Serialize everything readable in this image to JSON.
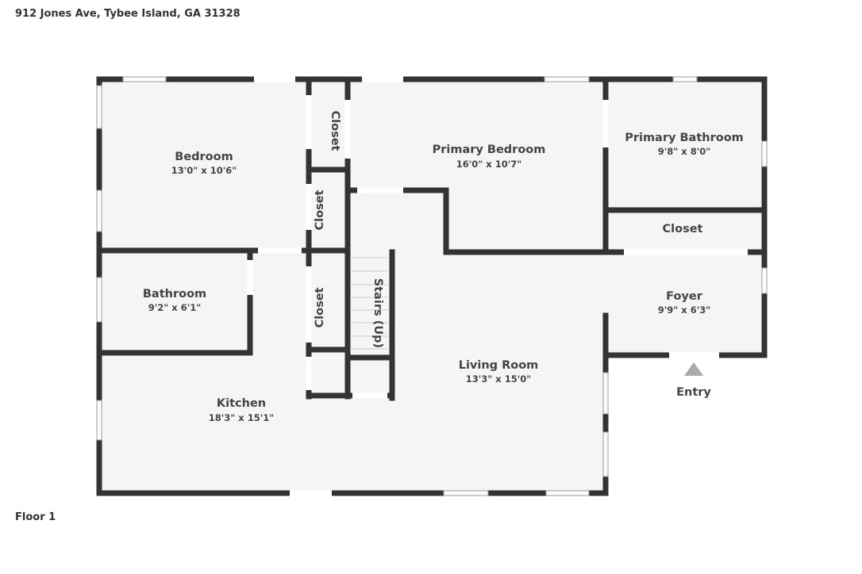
{
  "address": "912 Jones Ave, Tybee Island, GA 31328",
  "floor_label": "Floor 1",
  "rooms": {
    "bedroom": {
      "name": "Bedroom",
      "dims": "13'0\" x 10'6\""
    },
    "primary_bedroom": {
      "name": "Primary Bedroom",
      "dims": "16'0\" x 10'7\""
    },
    "primary_bathroom": {
      "name": "Primary Bathroom",
      "dims": "9'8\" x 8'0\""
    },
    "bathroom": {
      "name": "Bathroom",
      "dims": "9'2\" x 6'1\""
    },
    "kitchen": {
      "name": "Kitchen",
      "dims": "18'3\" x 15'1\""
    },
    "living_room": {
      "name": "Living Room",
      "dims": "13'3\" x 15'0\""
    },
    "foyer": {
      "name": "Foyer",
      "dims": "9'9\" x 6'3\""
    },
    "closet_label": "Closet",
    "stairs": "Stairs (Up)"
  },
  "entry_label": "Entry",
  "colors": {
    "wall": "#333333",
    "floor": "#f5f5f5",
    "entry_arrow": "#aaaaaa"
  }
}
